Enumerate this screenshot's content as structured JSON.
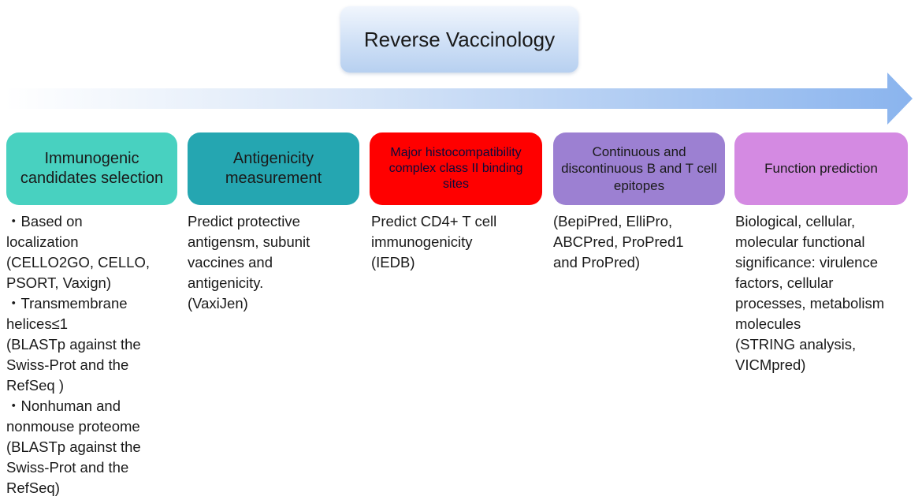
{
  "title": "Reverse Vaccinology",
  "stages": [
    {
      "label": "Immunogenic candidates selection",
      "color": "#48d1c0"
    },
    {
      "label": "Antigenicity measurement",
      "color": "#25a6b1"
    },
    {
      "label": "Major histocompatibility complex class II binding sites",
      "color": "#ff0000"
    },
    {
      "label": "Continuous and discontinuous B and T cell epitopes",
      "color": "#9c80d2"
    },
    {
      "label": "Function prediction",
      "color": "#d48ae2"
    }
  ],
  "descriptions": [
    [
      "・Based on",
      "localization",
      "(CELLO2GO, CELLO,",
      "PSORT, Vaxign)",
      "・Transmembrane",
      "helices≤1",
      "(BLASTp against the",
      "Swiss-Prot and the",
      "RefSeq )",
      "・Nonhuman and",
      "nonmouse proteome",
      "(BLASTp against the",
      "Swiss-Prot and the",
      "RefSeq)"
    ],
    [
      "Predict protective",
      "antigensm, subunit",
      "vaccines and",
      "antigenicity.",
      "(VaxiJen)"
    ],
    [
      "Predict CD4+ T cell",
      "immunogenicity",
      "(IEDB)"
    ],
    [
      "(BepiPred, ElliPro,",
      "ABCPred, ProPred1",
      "and ProPred)"
    ],
    [
      "Biological, cellular,",
      "molecular functional",
      "significance: virulence",
      "factors, cellular",
      "processes, metabolism",
      "molecules",
      "(STRING analysis,",
      "VICMpred)"
    ]
  ],
  "arrow": {
    "color_start": "#ffffff",
    "color_end": "#8ab4ee"
  }
}
